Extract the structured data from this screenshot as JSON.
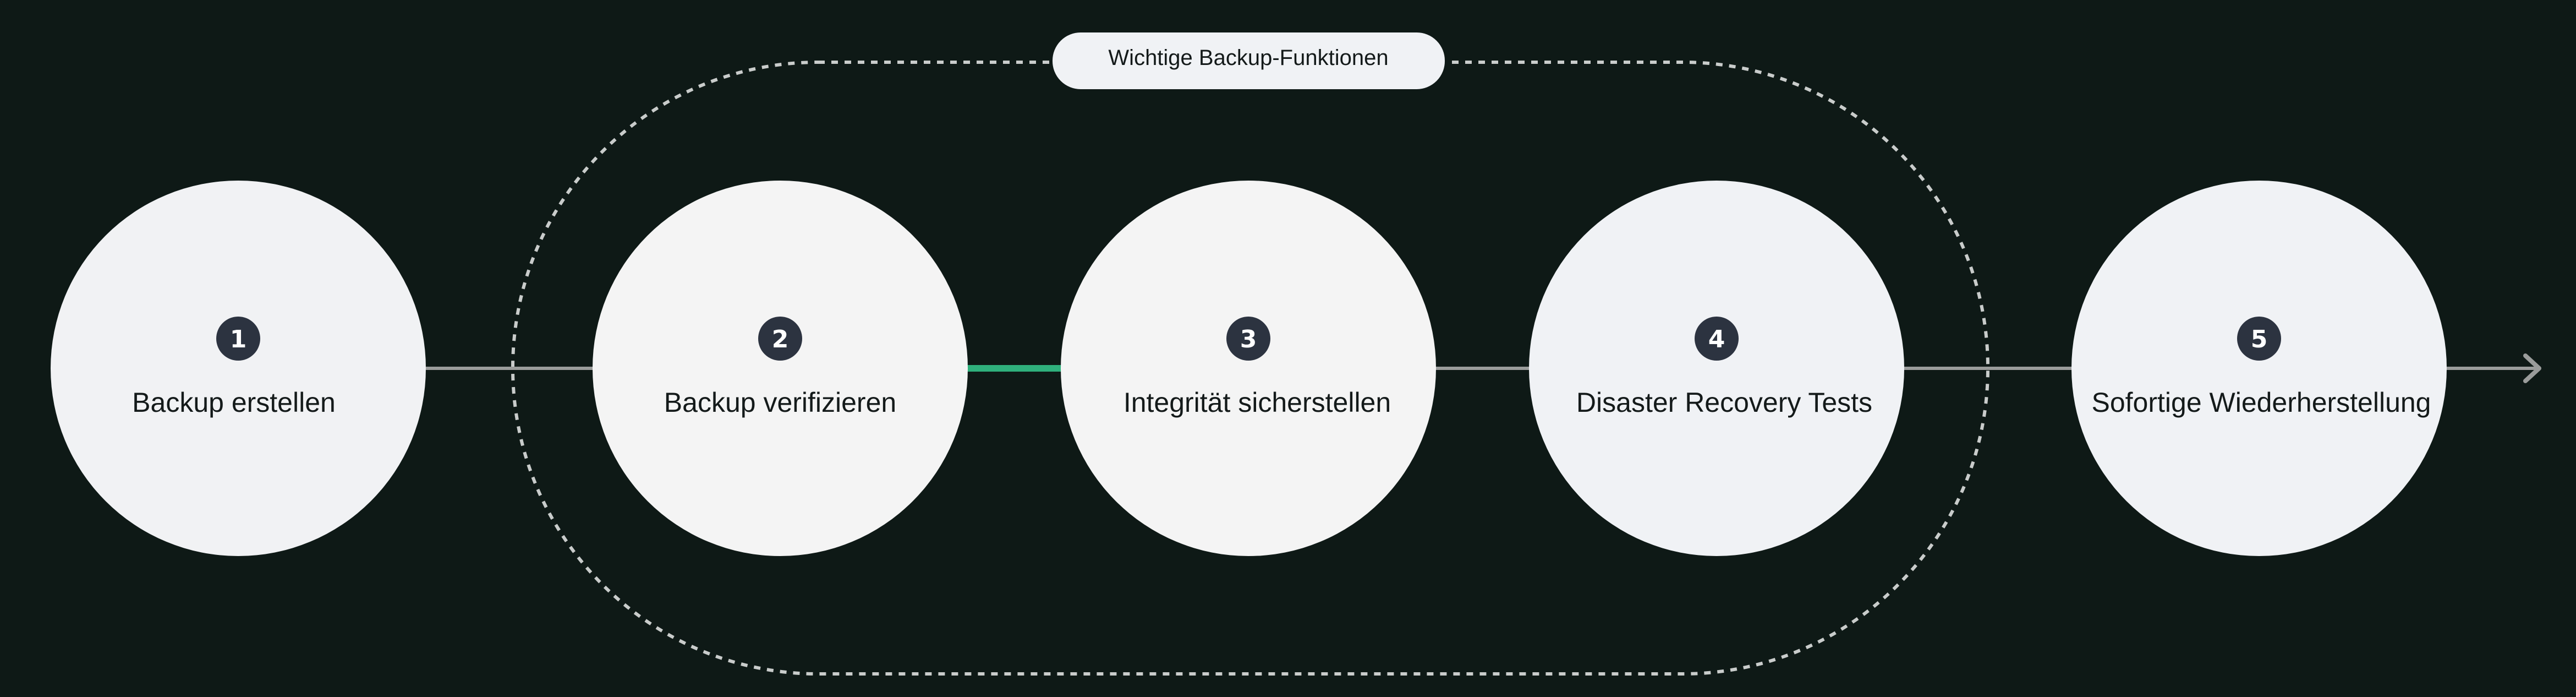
{
  "group": {
    "label": "Wichtige Backup-Funktionen"
  },
  "steps": [
    {
      "number": "1",
      "label": "Backup erstellen"
    },
    {
      "number": "2",
      "label": "Backup verifizieren"
    },
    {
      "number": "3",
      "label": "Integrität sicherstellen"
    },
    {
      "number": "4",
      "label": "Disaster Recovery Tests"
    },
    {
      "number": "5",
      "label": "Sofortige Wiederherstellung"
    }
  ],
  "colors": {
    "background": "#0e1916",
    "node": "#f3f3f4",
    "badge": "#2c3340",
    "connector": "#9a9c9b",
    "highlight_connector": "#2fb07c",
    "group_border": "#c9cccb"
  }
}
